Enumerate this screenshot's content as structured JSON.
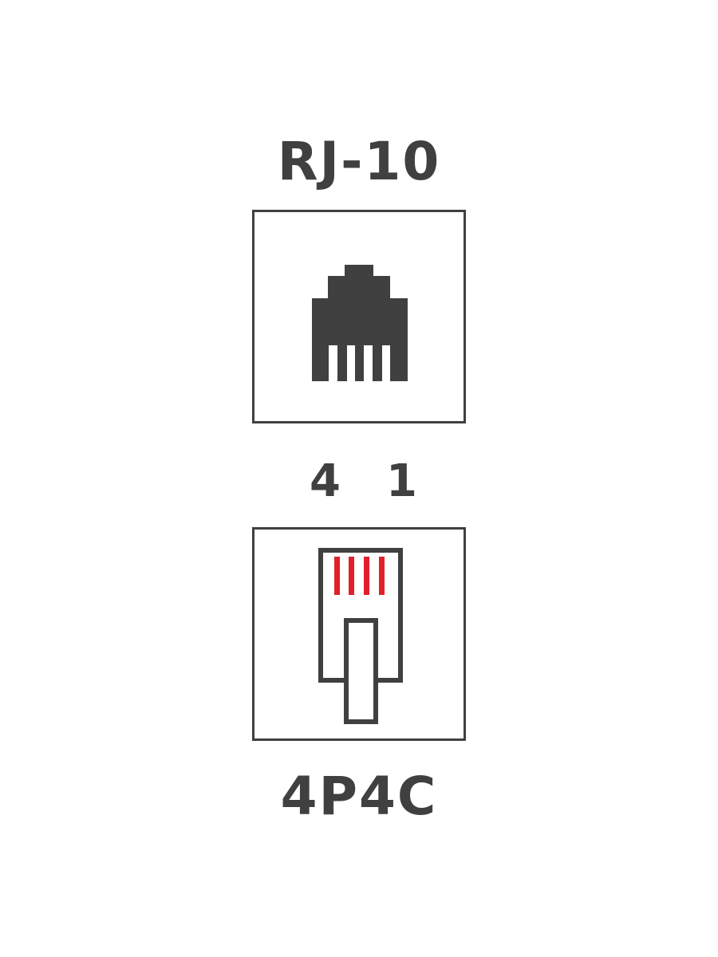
{
  "connector_type": "RJ-10",
  "pin_labels": {
    "left": "4",
    "right": "1"
  },
  "configuration": "4P4C",
  "colors": {
    "outline": "#404040",
    "contacts": "#e0202a",
    "background": "#ffffff"
  },
  "icons": {
    "socket": "modular-jack-socket-icon",
    "plug": "modular-plug-icon"
  }
}
